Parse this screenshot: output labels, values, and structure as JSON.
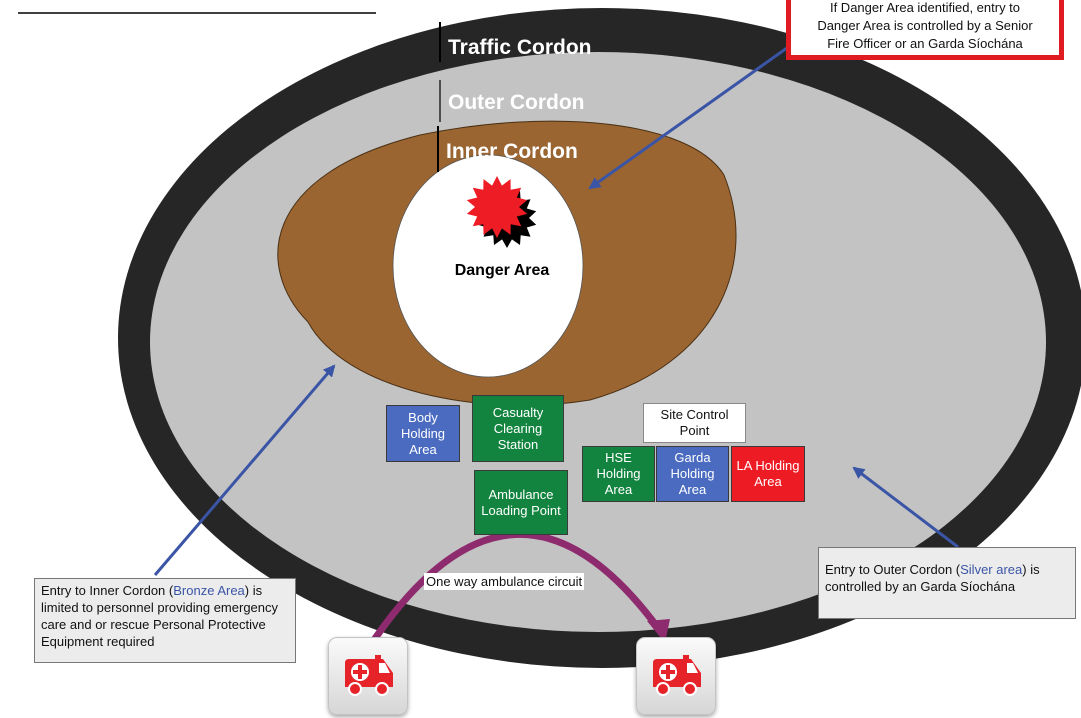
{
  "cordons": {
    "traffic": "Traffic Cordon",
    "outer": "Outer Cordon",
    "inner": "Inner Cordon",
    "danger": "Danger Area"
  },
  "areas": {
    "body_holding": "Body Holding Area",
    "casualty_station": "Casualty Clearing Station",
    "site_control": "Site Control Point",
    "hse_holding": "HSE Holding Area",
    "garda_holding": "Garda Holding Area",
    "la_holding": "LA Holding Area",
    "ambulance_loading": "Ambulance Loading Point"
  },
  "circuit_label": "One way ambulance circuit",
  "notes": {
    "danger_lines": [
      "If Danger Area identified, entry to",
      "Danger Area is controlled by a Senior",
      "Fire Officer or an Garda Síochána"
    ],
    "inner_prefix": "Entry to Inner Cordon (",
    "inner_highlight": "Bronze Area",
    "inner_suffix": ") is limited to personnel providing emergency care and or rescue Personal Protective Equipment required",
    "outer_prefix": "Entry to Outer Cordon (",
    "outer_highlight": "Silver area",
    "outer_suffix": ") is controlled by an Garda Síochána"
  },
  "colors": {
    "traffic": "#262626",
    "outer": "#c3c3c3",
    "inner": "#9a6531",
    "danger": "#ffffff",
    "arrow": "#3b55a6",
    "circuit": "#8e2a6e",
    "green_area": "#12843f",
    "blue_area": "#4a6bc0",
    "red_area": "#ed1c24",
    "note_border": "#e11b22",
    "highlight_text": "#3b55a6",
    "ambulance": "#e7232a"
  },
  "icons": [
    "ambulance-icon",
    "starburst-icon"
  ]
}
